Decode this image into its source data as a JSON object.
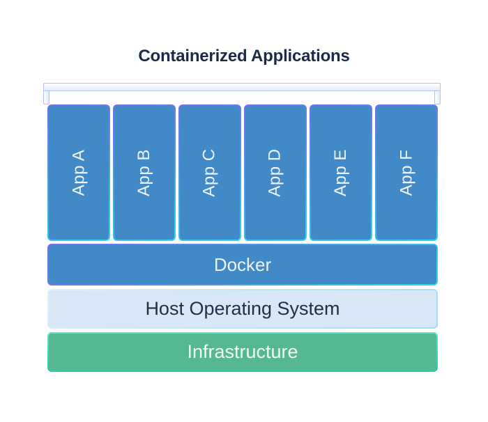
{
  "title": "Containerized Applications",
  "apps": [
    {
      "label": "App A"
    },
    {
      "label": "App B"
    },
    {
      "label": "App C"
    },
    {
      "label": "App D"
    },
    {
      "label": "App E"
    },
    {
      "label": "App F"
    }
  ],
  "layers": [
    {
      "label": "Docker"
    },
    {
      "label": "Host Operating System"
    },
    {
      "label": "Infrastructure"
    }
  ],
  "colors": {
    "background": "#ffffff",
    "title_text": "#1b2a4a",
    "container_blue": "#4189c7",
    "container_text": "#eff4fa",
    "host_fill": "#d8e8f7",
    "host_text": "#20304a",
    "infra_fill": "#55b893",
    "infra_text": "#eefaf5",
    "border_violet": "#7b6cf2",
    "border_cyan": "#2bd9f2",
    "host_border_light": "#e6effc",
    "host_border_dark": "#9edcf2",
    "infra_border_light": "#5ee8c6",
    "infra_border_dark": "#2cc9ab",
    "bracket_fill_top": "#ffffff",
    "bracket_fill_bottom": "#e2ecfb",
    "bracket_outline": "#b8bff2"
  }
}
